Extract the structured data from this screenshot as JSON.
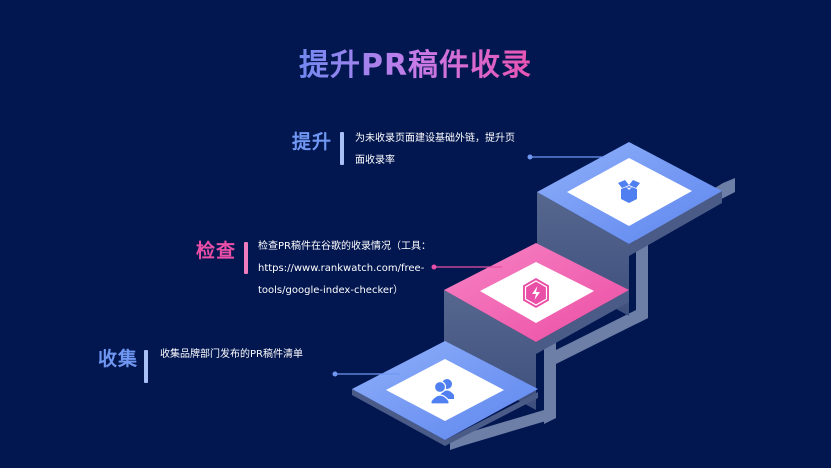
{
  "title": "提升PR稿件收录",
  "steps": [
    {
      "label": "提升",
      "description_lines": [
        "为未收录页面建设基础外链，提升页",
        "面收录率"
      ],
      "color": "#5f8cf2",
      "icon": "dropbox-box-icon"
    },
    {
      "label": "检查",
      "description_lines": [
        "检查PR稿件在谷歌的收录情况（工具：",
        "https://www.rankwatch.com/free-",
        "tools/google-index-checker）"
      ],
      "color": "#e94fa6",
      "icon": "lightning-hexagon-icon"
    },
    {
      "label": "收集",
      "description_lines": [
        "收集品牌部门发布的PR稿件清单"
      ],
      "color": "#6f97f2",
      "icon": "users-icon"
    }
  ],
  "colors": {
    "background": "#021650",
    "blue_accent": "#6f97f2",
    "pink_accent": "#e94fa6",
    "side_face": "#4a5a86",
    "rail": "#6d7fa6"
  }
}
